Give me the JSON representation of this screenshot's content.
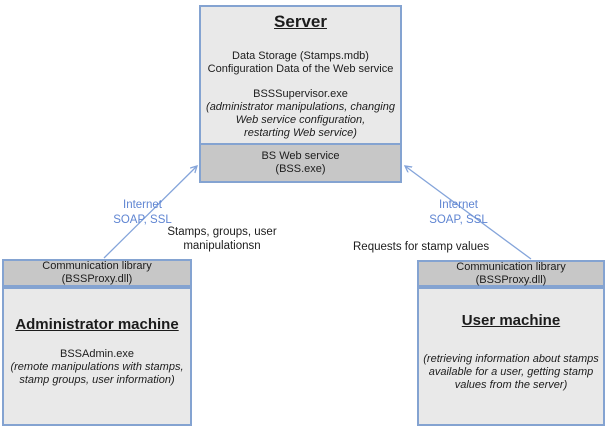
{
  "colors": {
    "border_blue": "#84a3d1",
    "arrow_blue": "#84a4da",
    "label_blue": "#5f85d2",
    "box_fill_light": "#e9e9e9",
    "box_fill_gray": "#c7c7c7",
    "text": "#1c1c1c"
  },
  "server": {
    "title": "Server",
    "storage_text": "Data Storage (Stamps.mdb)\nConfiguration Data of the Web service",
    "supervisor_exe": "BSSSupervisor.exe",
    "supervisor_note": "(administrator manipulations, changing\nWeb service configuration,\nrestarting Web service)",
    "web_service_text": "BS Web service\n(BSS.exe)"
  },
  "admin_machine": {
    "header_text": "Communication library\n(BSSProxy.dll)",
    "title": "Administrator machine",
    "exe": "BSSAdmin.exe",
    "note": "(remote manipulations with stamps,\nstamp groups, user information)"
  },
  "user_machine": {
    "header_text": "Communication library\n(BSSProxy.dll)",
    "title": "User machine",
    "note": "(retrieving information about stamps\navailable for a user, getting stamp\nvalues from the server)"
  },
  "connections": {
    "left": {
      "protocol_label": "Internet\nSOAP, SSL",
      "note": "Stamps, groups, user\nmanipulationsn"
    },
    "right": {
      "protocol_label": "Internet\nSOAP, SSL",
      "note": "Requests for stamp values"
    }
  }
}
